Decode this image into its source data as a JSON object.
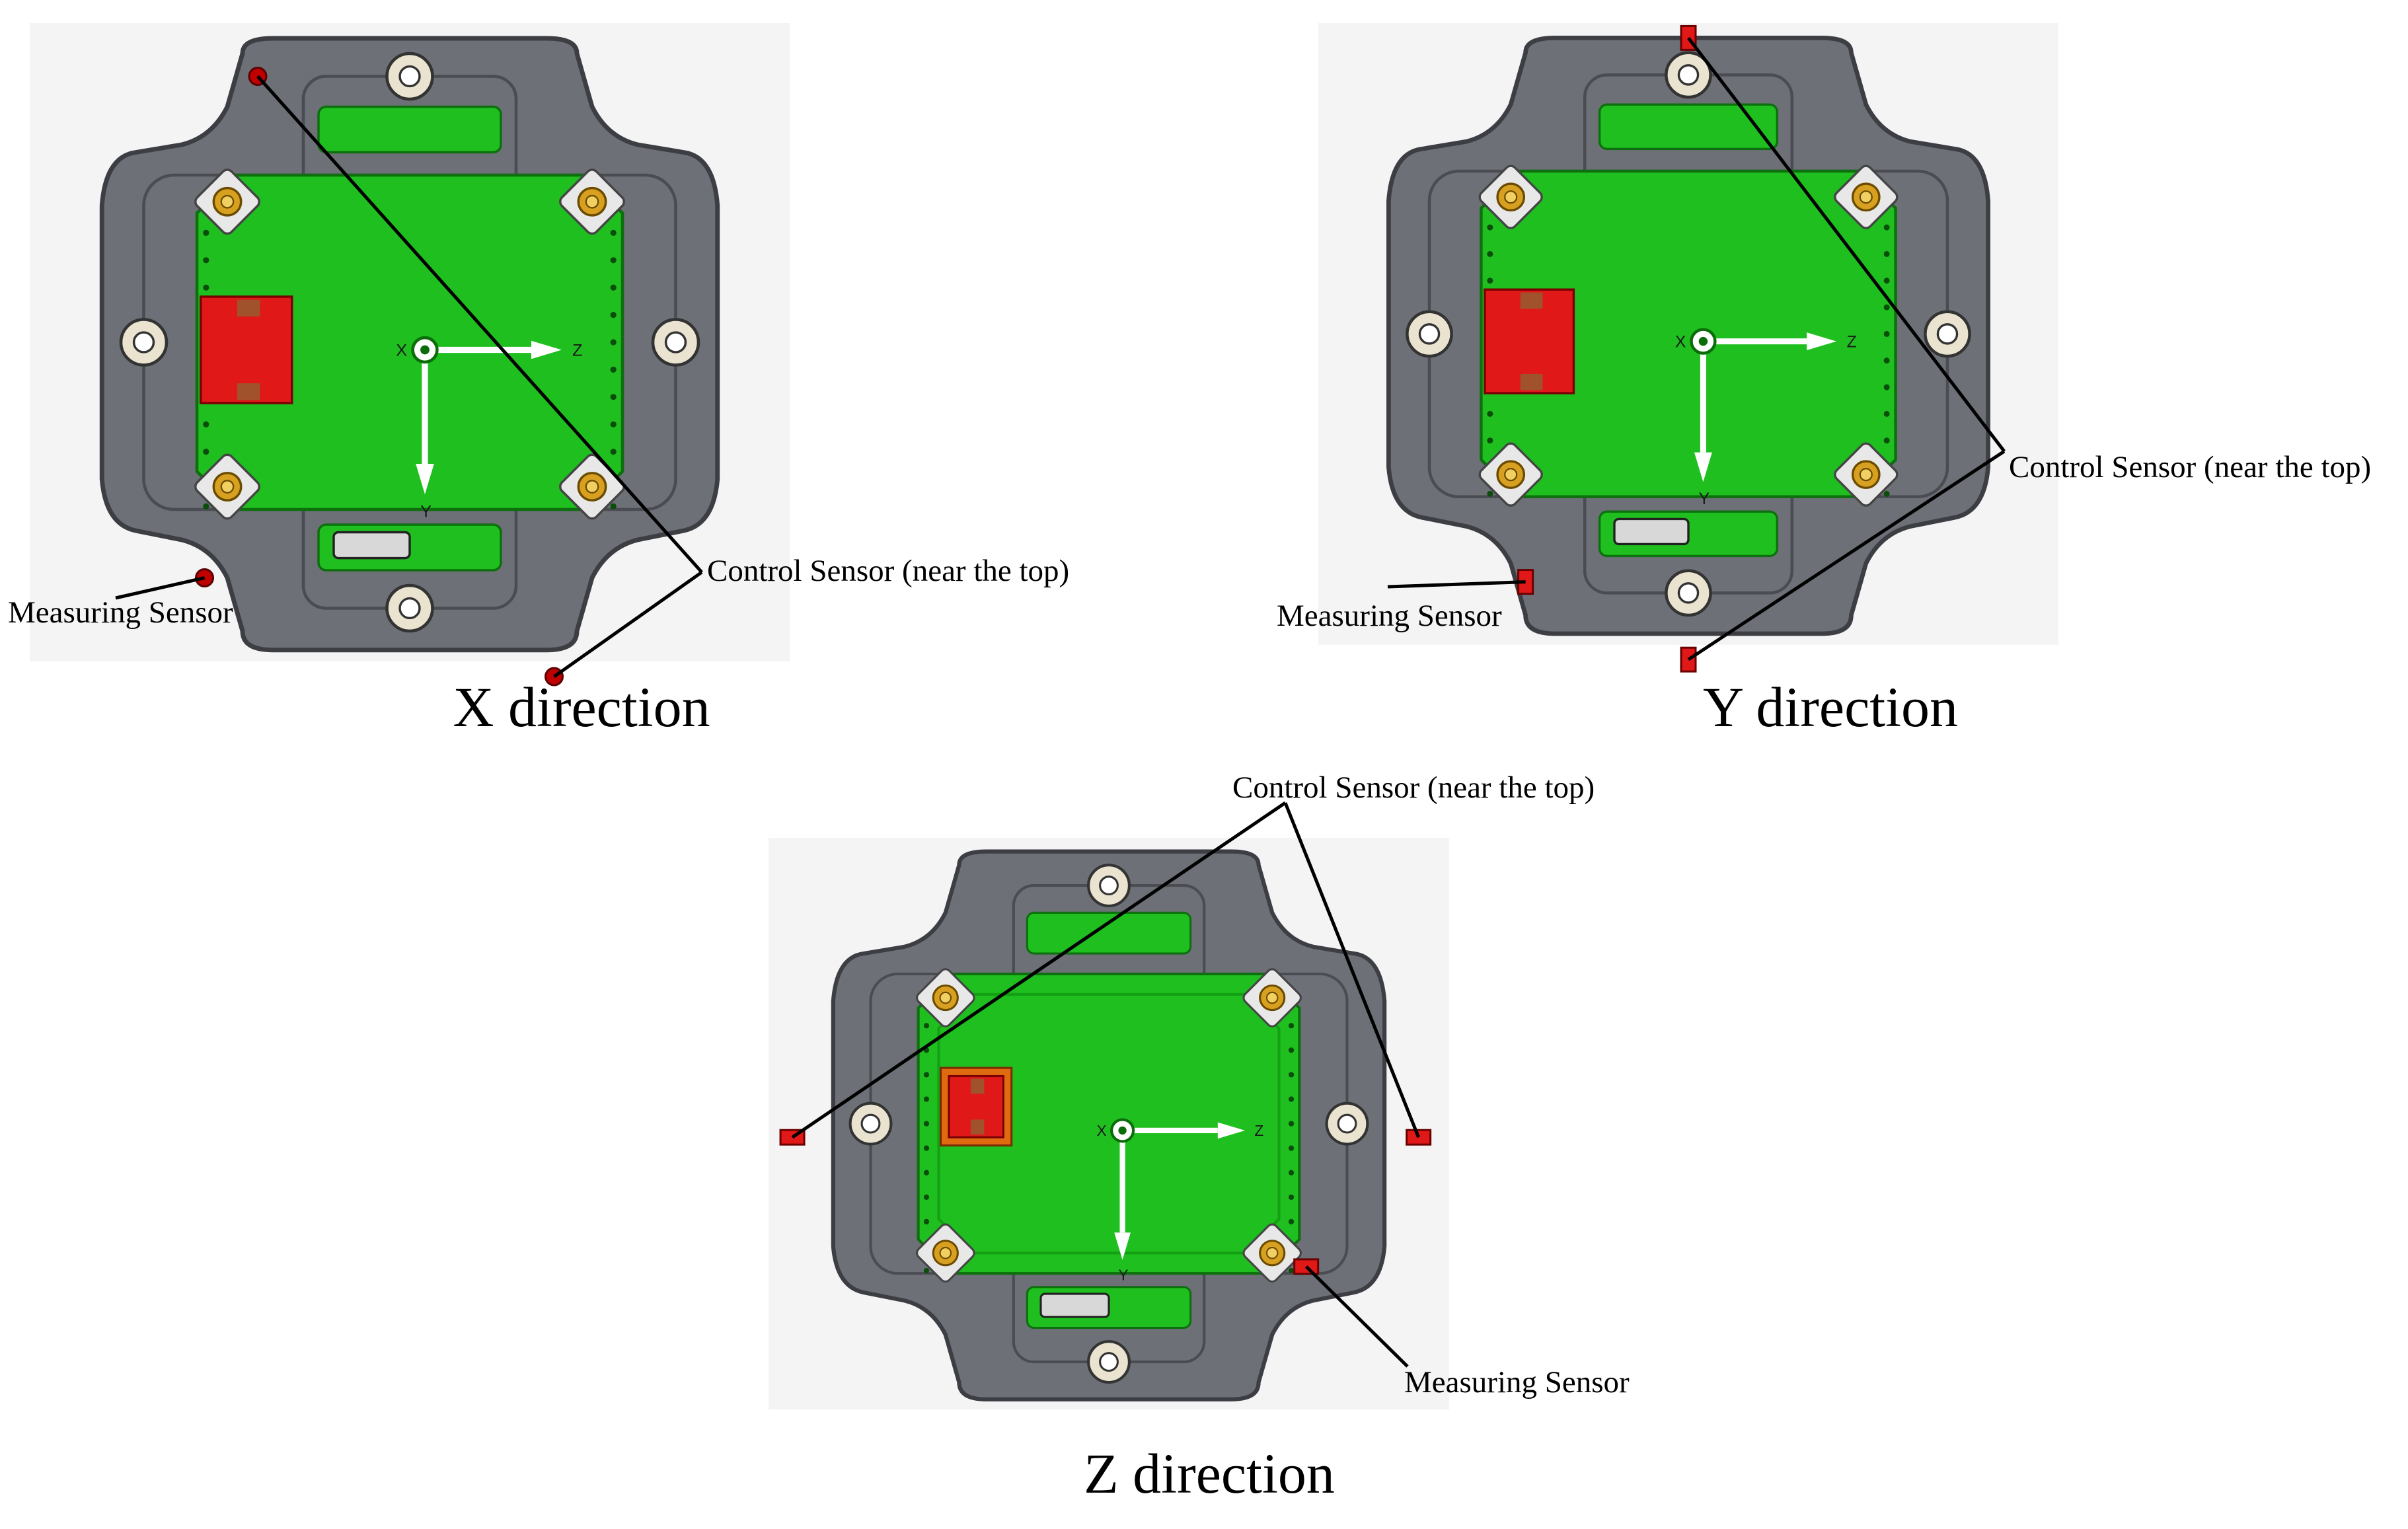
{
  "panels": [
    {
      "id": "x",
      "caption": "X direction",
      "control_label": "Control Sensor (near the top)",
      "measuring_label": "Measuring Sensor",
      "sensor_style": "dot"
    },
    {
      "id": "y",
      "caption": "Y direction",
      "control_label": "Control Sensor (near the top)",
      "measuring_label": "Measuring Sensor",
      "sensor_style": "block"
    },
    {
      "id": "z",
      "caption": "Z direction",
      "control_label": "Control Sensor (near the top)",
      "measuring_label": "Measuring Sensor",
      "sensor_style": "block"
    }
  ],
  "axis_letters": {
    "right": "Z",
    "down": "Y",
    "corner": "X"
  },
  "colors": {
    "frame": "#6d7077",
    "frame_edge": "#3c3e44",
    "board": "#1fbf1f",
    "board_edge": "#0d6f0d",
    "sensor": "#e01818",
    "mount_pad": "#e9e3cf",
    "brass": "#d8a020",
    "background_panel": "#f4f4f4"
  }
}
